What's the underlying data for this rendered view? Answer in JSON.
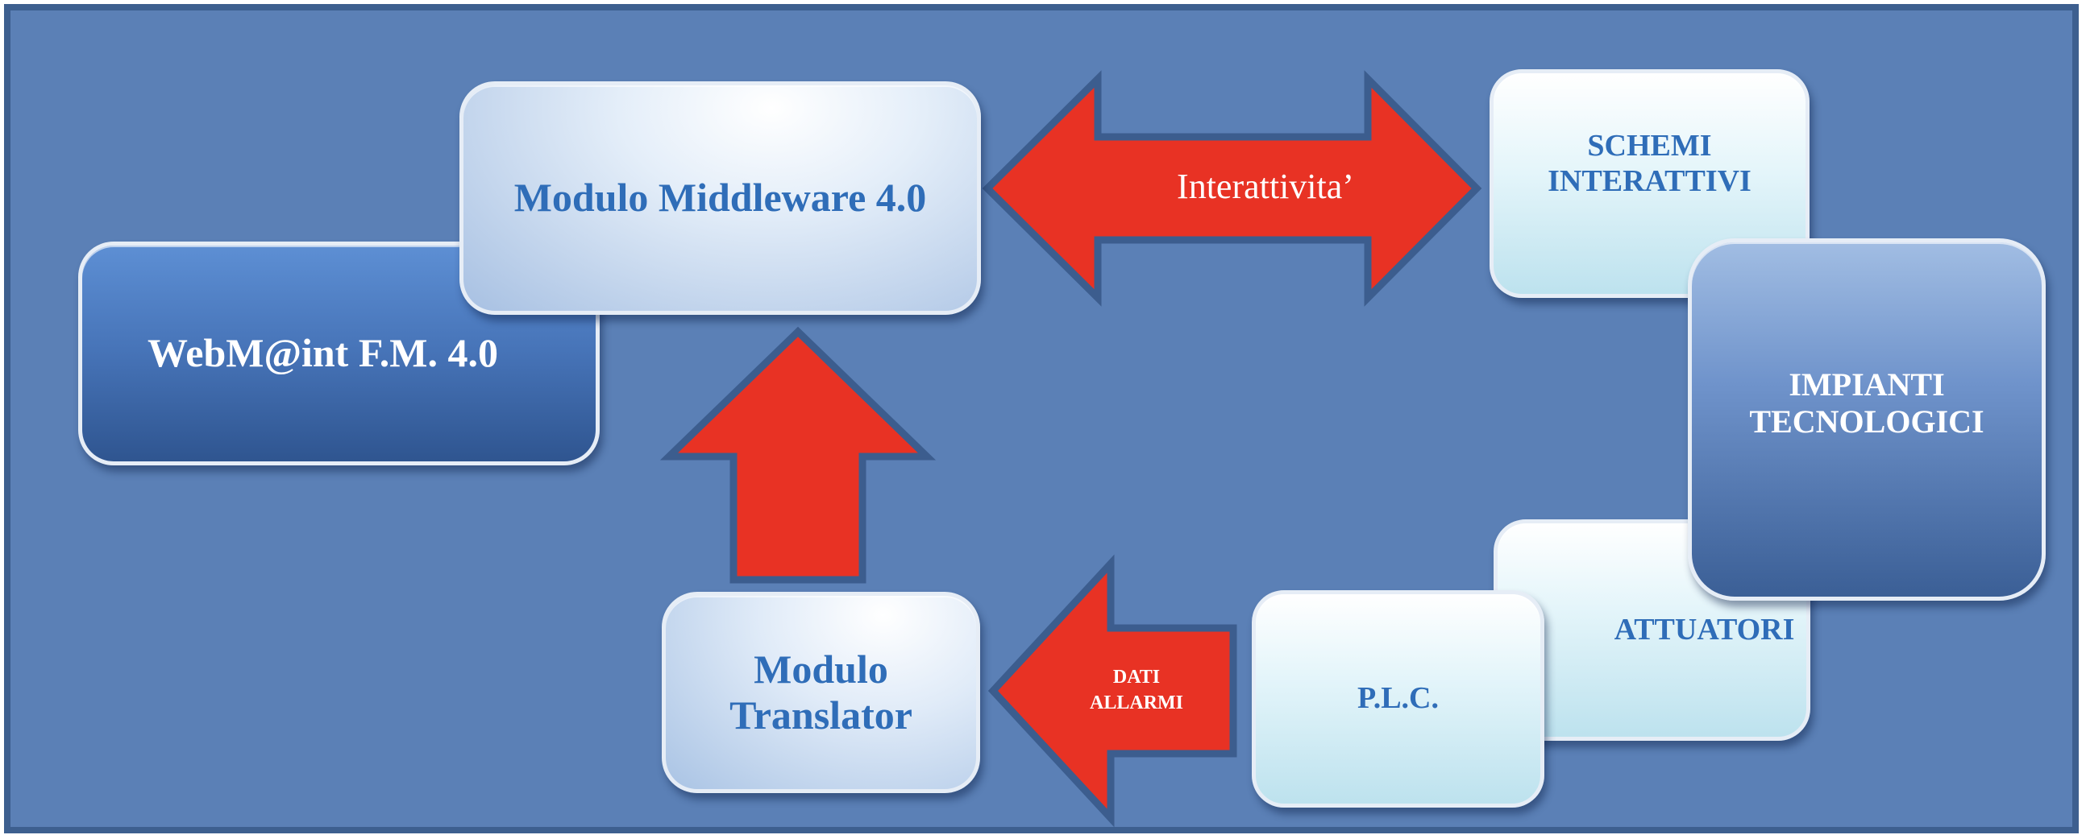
{
  "nodes": {
    "webmaint": "WebM@int F.M. 4.0",
    "middleware": "Modulo Middleware 4.0",
    "translator_line1": "Modulo",
    "translator_line2": "Translator",
    "schemi_line1": "SCHEMI",
    "schemi_line2": "INTERATTIVI",
    "impianti_line1": "IMPIANTI",
    "impianti_line2": "TECNOLOGICI",
    "attuatori": "ATTUATORI",
    "plc": "P.L.C."
  },
  "arrows": {
    "interattivita": "Interattivita’",
    "dati": "DATI",
    "allarmi": "ALLARMI"
  },
  "colors": {
    "background": "#5b80b6",
    "arrow_fill": "#e83224",
    "arrow_stroke": "#3c5d8e",
    "dark_node_text": "#ffffff",
    "light_node_text": "#2f6db8"
  }
}
